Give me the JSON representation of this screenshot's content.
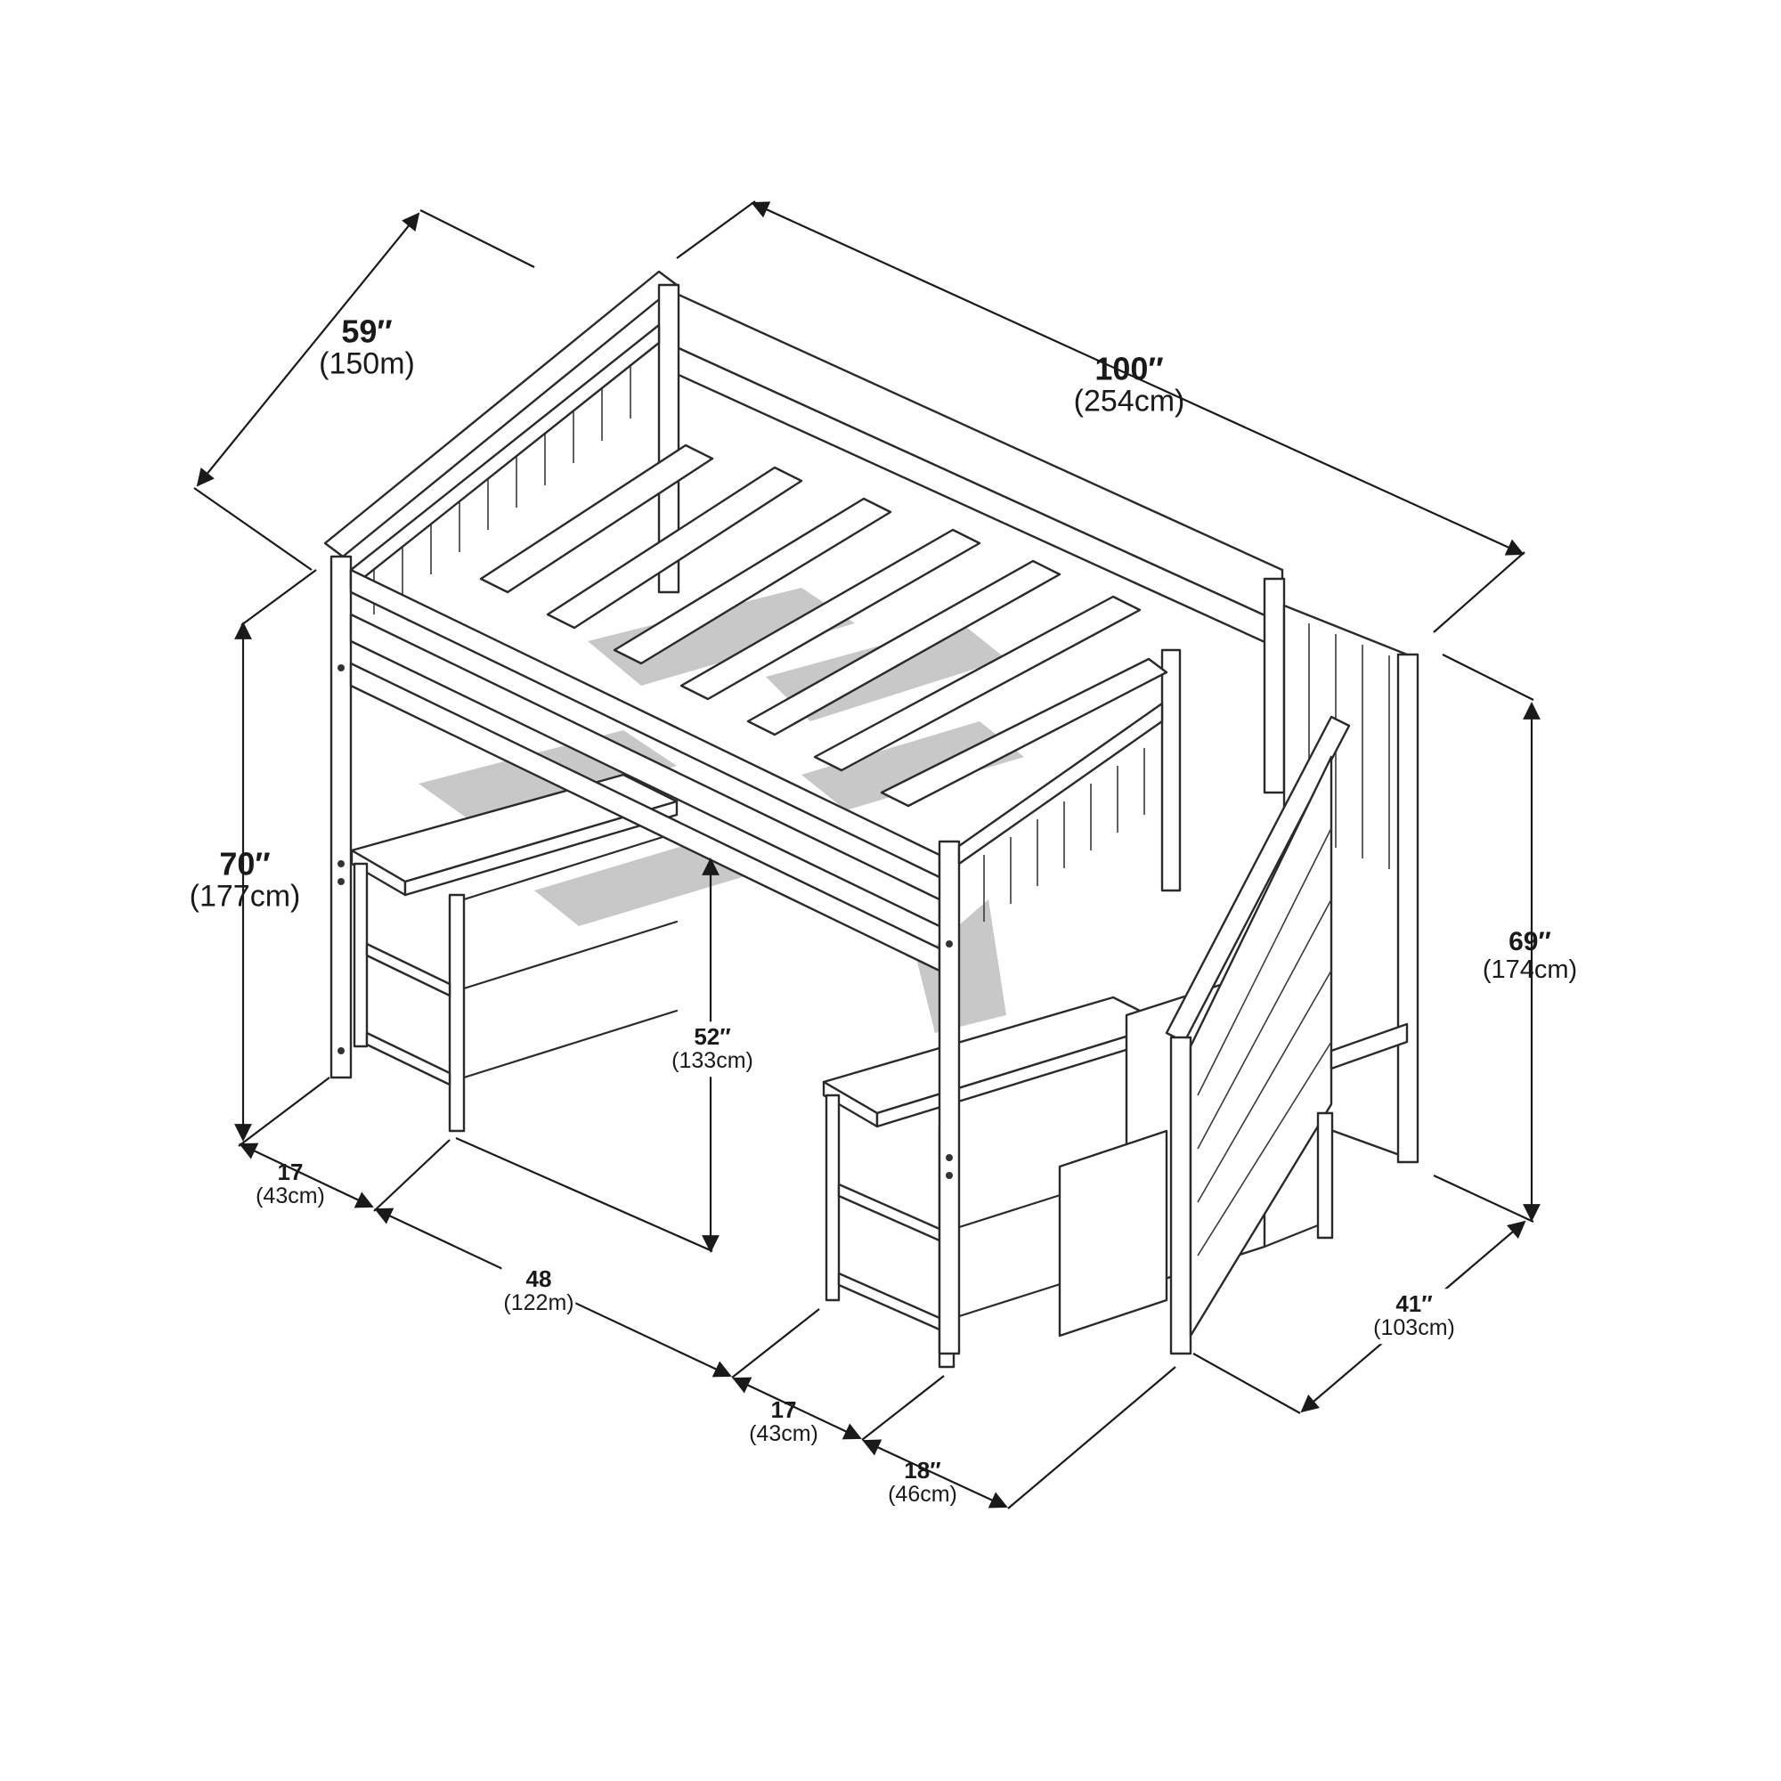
{
  "dimensions": {
    "width": {
      "value": "59″",
      "metric": "(150m)"
    },
    "length": {
      "value": "100″",
      "metric": "(254cm)"
    },
    "height_left": {
      "value": "70″",
      "metric": "(177cm)"
    },
    "height_right": {
      "value": "69″",
      "metric": "(174cm)"
    },
    "clearance": {
      "value": "52″",
      "metric": "(133cm)"
    },
    "desk_depth_left": {
      "value": "17",
      "metric": "(43cm)"
    },
    "desk_width": {
      "value": "48",
      "metric": "(122m)"
    },
    "desk_depth_right": {
      "value": "17",
      "metric": "(43cm)"
    },
    "stair_depth": {
      "value": "18″",
      "metric": "(46cm)"
    },
    "stair_width": {
      "value": "41″",
      "metric": "(103cm)"
    }
  }
}
